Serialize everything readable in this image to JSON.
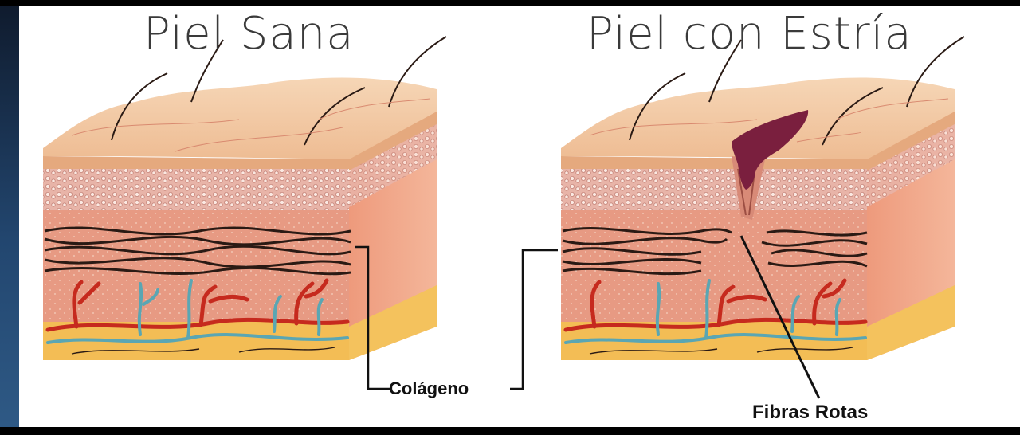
{
  "titles": {
    "healthy": "Piel Sana",
    "stretch_mark": "Piel con Estría"
  },
  "labels": {
    "collagen": "Colágeno",
    "broken_fibers": "Fibras Rotas"
  },
  "colors": {
    "skin_surface": "#f1c8a3",
    "epidermis": "#e9b890",
    "dermis": "#e79a83",
    "side_face": "#f0a080",
    "fat": "#f3bd55",
    "collagen_fiber": "#2a1a14",
    "artery": "#c62a1e",
    "vein": "#5aa6b3",
    "stretch_mark": "#7a1f3e"
  }
}
